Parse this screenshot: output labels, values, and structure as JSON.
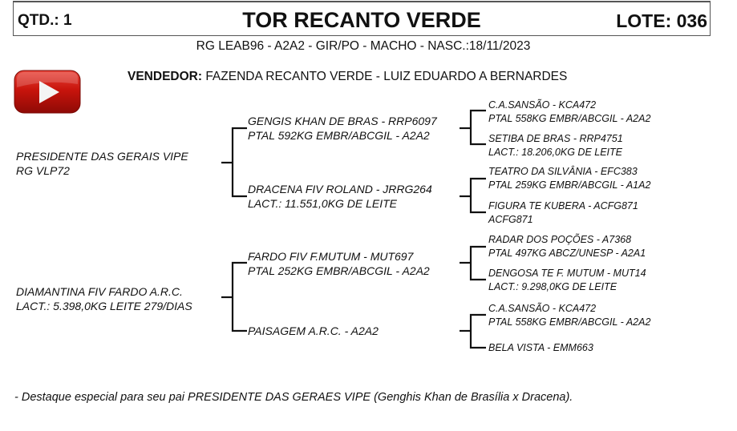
{
  "header": {
    "qtd": "QTD.: 1",
    "title": "TOR RECANTO VERDE",
    "lote": "LOTE: 036"
  },
  "subline": "RG LEAB96 - A2A2 - GIR/PO - MACHO - NASC.:18/11/2023",
  "vendor": {
    "label": "VENDEDOR:",
    "value": " FAZENDA RECANTO VERDE - LUIZ EDUARDO A BERNARDES"
  },
  "video_icon": "youtube-play-icon",
  "pedigree": {
    "sire": {
      "line1": "PRESIDENTE DAS GERAIS VIPE",
      "line2": "RG VLP72",
      "sire": {
        "line1": "GENGIS KHAN DE BRAS - RRP6097",
        "line2": "PTAL 592KG EMBR/ABCGIL - A2A2",
        "sire": {
          "line1": "C.A.SANSÃO - KCA472",
          "line2": "PTAL 558KG EMBR/ABCGIL - A2A2"
        },
        "dam": {
          "line1": "SETIBA DE BRAS - RRP4751",
          "line2": "LACT.: 18.206,0KG DE LEITE"
        }
      },
      "dam": {
        "line1": "DRACENA FIV ROLAND - JRRG264",
        "line2": "LACT.: 11.551,0KG DE LEITE",
        "sire": {
          "line1": "TEATRO DA SILVÂNIA - EFC383",
          "line2": "PTAL 259KG EMBR/ABCGIL - A1A2"
        },
        "dam": {
          "line1": "FIGURA TE KUBERA - ACFG871",
          "line2": "ACFG871"
        }
      }
    },
    "dam": {
      "line1": "DIAMANTINA  FIV  FARDO  A.R.C.",
      "line2": "LACT.: 5.398,0KG LEITE 279/DIAS",
      "sire": {
        "line1": "FARDO FIV F.MUTUM - MUT697",
        "line2": "PTAL 252KG EMBR/ABCGIL - A2A2",
        "sire": {
          "line1": "RADAR DOS POÇÕES - A7368",
          "line2": "PTAL 497KG ABCZ/UNESP - A2A1"
        },
        "dam": {
          "line1": "DENGOSA TE F. MUTUM - MUT14",
          "line2": "LACT.: 9.298,0KG DE LEITE"
        }
      },
      "dam": {
        "line1": "PAISAGEM A.R.C. -  A2A2",
        "sire": {
          "line1": "C.A.SANSÃO - KCA472",
          "line2": "PTAL 558KG EMBR/ABCGIL - A2A2"
        },
        "dam": {
          "line1": "BELA VISTA - EMM663"
        }
      }
    }
  },
  "note": "- Destaque especial para seu pai PRESIDENTE DAS GERAES VIPE (Genghis Khan de Brasília x Dracena)."
}
